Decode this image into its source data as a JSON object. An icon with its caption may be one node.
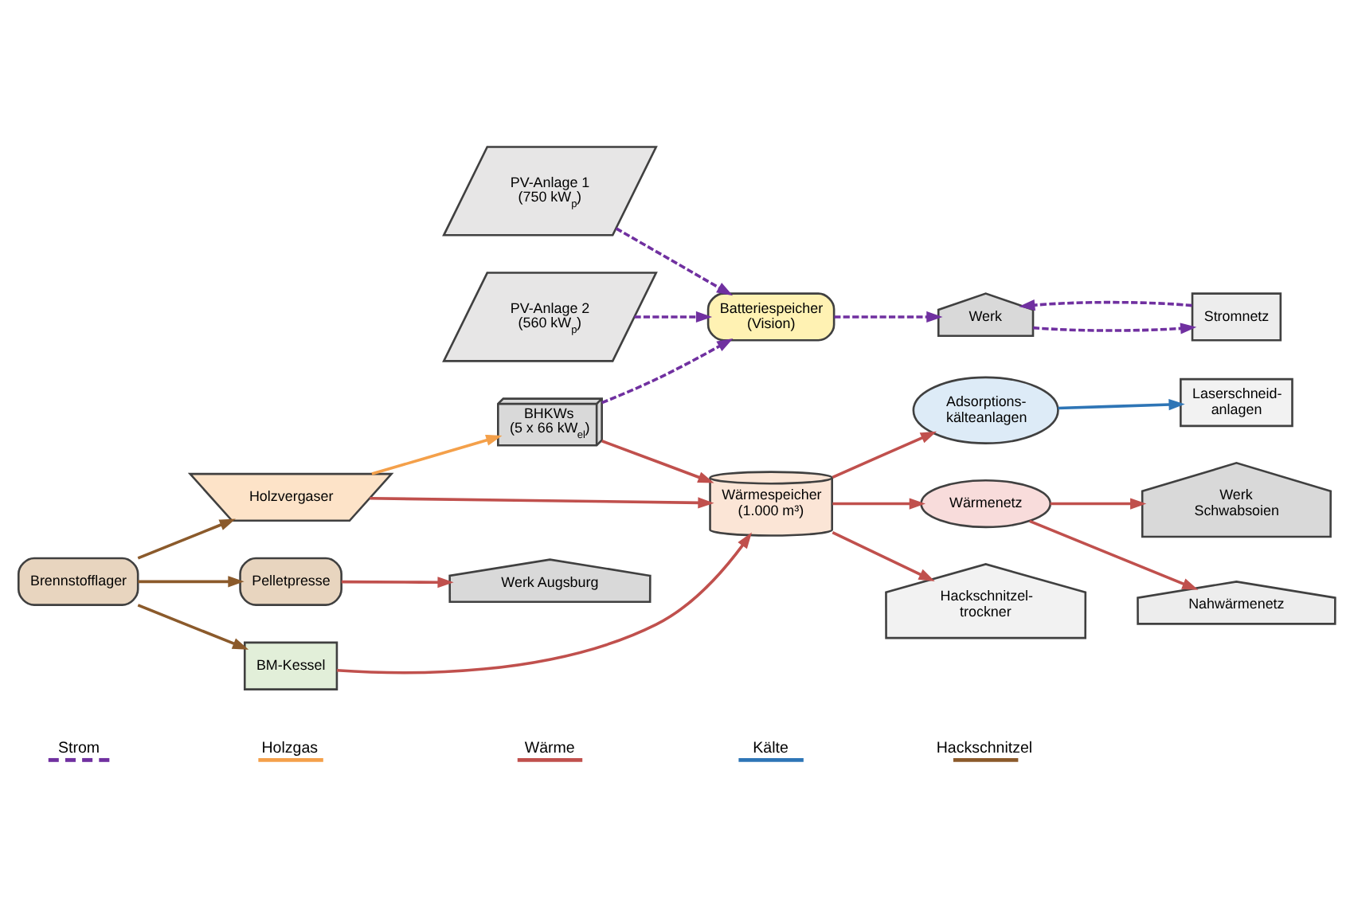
{
  "diagram": {
    "nodes": [
      {
        "text": [
          "PV-Anlage 1 (750 kW$_{p}$)"
        ]
      },
      {
        "text": [
          "PV-Anlage 2 (560 kW$_{p}$)"
        ]
      },
      {
        "text": [
          "Batteriespeicher (Vision)"
        ]
      },
      {
        "text": [
          "Werk"
        ]
      },
      {
        "text": [
          "Stromnetz"
        ]
      },
      {
        "text": [
          "BHKWs (5 x 66 kW$_{el}$)"
        ]
      },
      {
        "text": [
          "Adsorptions- kälteanlagen"
        ]
      },
      {
        "text": [
          "Laserschneid- anlagen"
        ]
      },
      {
        "text": [
          "Werk Augsburg"
        ]
      },
      {
        "text": [
          "Holzvergaser"
        ]
      },
      {
        "text": [
          "Wärmespeicher (1.000 m³)"
        ]
      },
      {
        "text": [
          "Wärmenetz"
        ]
      },
      {
        "text": [
          "Werk Schwabsoien"
        ]
      },
      {
        "text": [
          "Pelletpresse"
        ]
      },
      {
        "text": [
          "Brennstofflager"
        ]
      },
      {
        "text": [
          "BM-Kessel"
        ]
      },
      {
        "text": [
          "Nahwärmenetz"
        ]
      },
      {
        "text": [
          "Hackschnitzel- trockner"
        ]
      }
    ],
    "edges": [
      {
        "from": 0,
        "to": 2,
        "arrow": "to",
        "style": "dashed",
        "color": "#7030a0"
      },
      {
        "from": 1,
        "to": 2,
        "arrow": "to",
        "style": "dashed",
        "color": "#7030a0"
      },
      {
        "from": 5,
        "to": 2,
        "arrow": "to",
        "style": "dashed",
        "color": "#7030a0"
      },
      {
        "from": 2,
        "to": 3,
        "arrow": "to",
        "style": "dashed",
        "color": "#7030a0"
      },
      {
        "from": 4,
        "to": 3,
        "arrow": "to",
        "style": "dashed",
        "color": "#7030a0"
      },
      {
        "from": 3,
        "to": 4,
        "arrow": "to",
        "style": "dashed",
        "color": "#7030a0"
      },
      {
        "from": 5,
        "to": 10,
        "arrow": "to"
      },
      {
        "from": 10,
        "to": 6,
        "arrow": "to"
      },
      {
        "from": 6,
        "to": 7,
        "arrow": "to",
        "color": "#2e75b6"
      },
      {
        "from": 13,
        "to": 8,
        "arrow": "to"
      },
      {
        "from": 9,
        "to": 5,
        "arrow": "to",
        "color": "#f4a04a"
      },
      {
        "from": 14,
        "to": 9,
        "arrow": "to",
        "color": "#8b5a2b"
      },
      {
        "from": 9,
        "to": 10,
        "arrow": "to"
      },
      {
        "from": 10,
        "to": 11,
        "arrow": "to"
      },
      {
        "from": 11,
        "to": 12,
        "arrow": "to"
      },
      {
        "from": 11,
        "to": 16,
        "arrow": "to"
      },
      {
        "from": 14,
        "to": 13,
        "arrow": "to",
        "color": "#8b5a2b"
      },
      {
        "from": 14,
        "to": 15,
        "arrow": "to",
        "color": "#8b5a2b"
      },
      {
        "from": 15,
        "to": 10,
        "arrow": "to"
      },
      {
        "from": 10,
        "to": 17,
        "arrow": "to"
      }
    ],
    "legend": [
      {
        "text": "Strom"
      },
      {
        "text": "Holzgas"
      },
      {
        "text": "Wärme"
      },
      {
        "text": "Kälte"
      },
      {
        "text": "Hackschnitzel"
      }
    ]
  }
}
